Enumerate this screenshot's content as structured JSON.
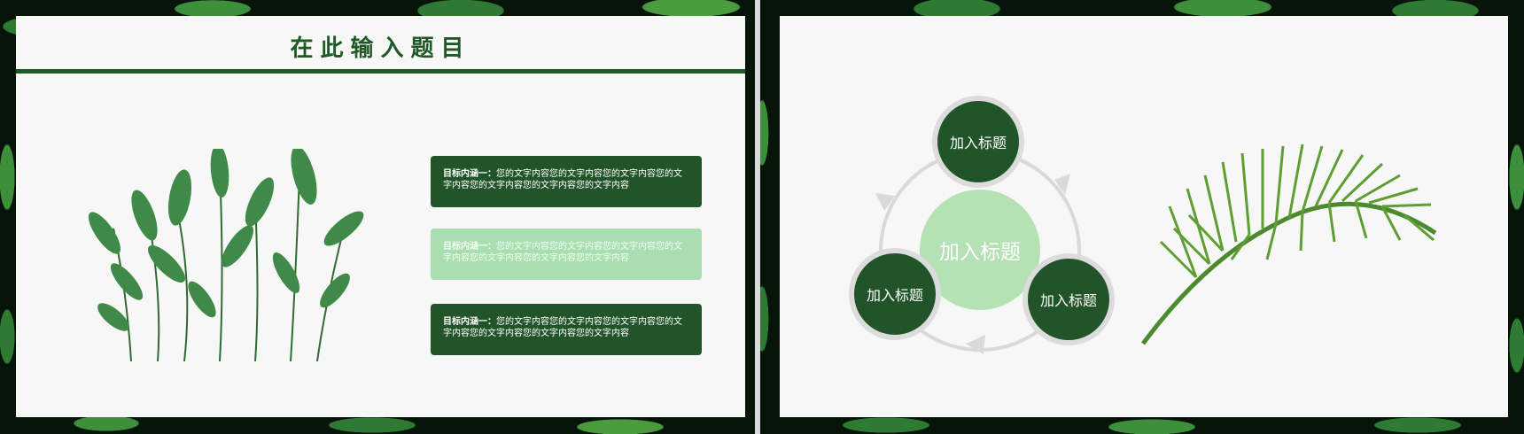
{
  "slide1": {
    "title": "在此输入题目",
    "boxes": [
      {
        "label": "目标内涵一：",
        "text": "您的文字内容您的文字内容您的文字内容您的文字内容您的文字内容您的文字内容您的文字内容",
        "style": "dark"
      },
      {
        "label": "目标内涵一：",
        "text": "您的文字内容您的文字内容您的文字内容您的文字内容您的文字内容您的文字内容您的文字内容",
        "style": "light"
      },
      {
        "label": "目标内涵一：",
        "text": "您的文字内容您的文字内容您的文字内容您的文字内容您的文字内容您的文字内容您的文字内容",
        "style": "dark"
      }
    ]
  },
  "slide2": {
    "center_label": "加入标题",
    "nodes": [
      {
        "label": "加入标题"
      },
      {
        "label": "加入标题"
      },
      {
        "label": "加入标题"
      }
    ]
  },
  "colors": {
    "dark_green": "#22542a",
    "light_green": "#a9dfb0",
    "center_green": "#b4e2b5",
    "ring_gray": "#dcdcdc"
  },
  "icons": [
    "leaf-plants-illustration",
    "fern-leaf-illustration",
    "cycle-arrow-icon"
  ]
}
